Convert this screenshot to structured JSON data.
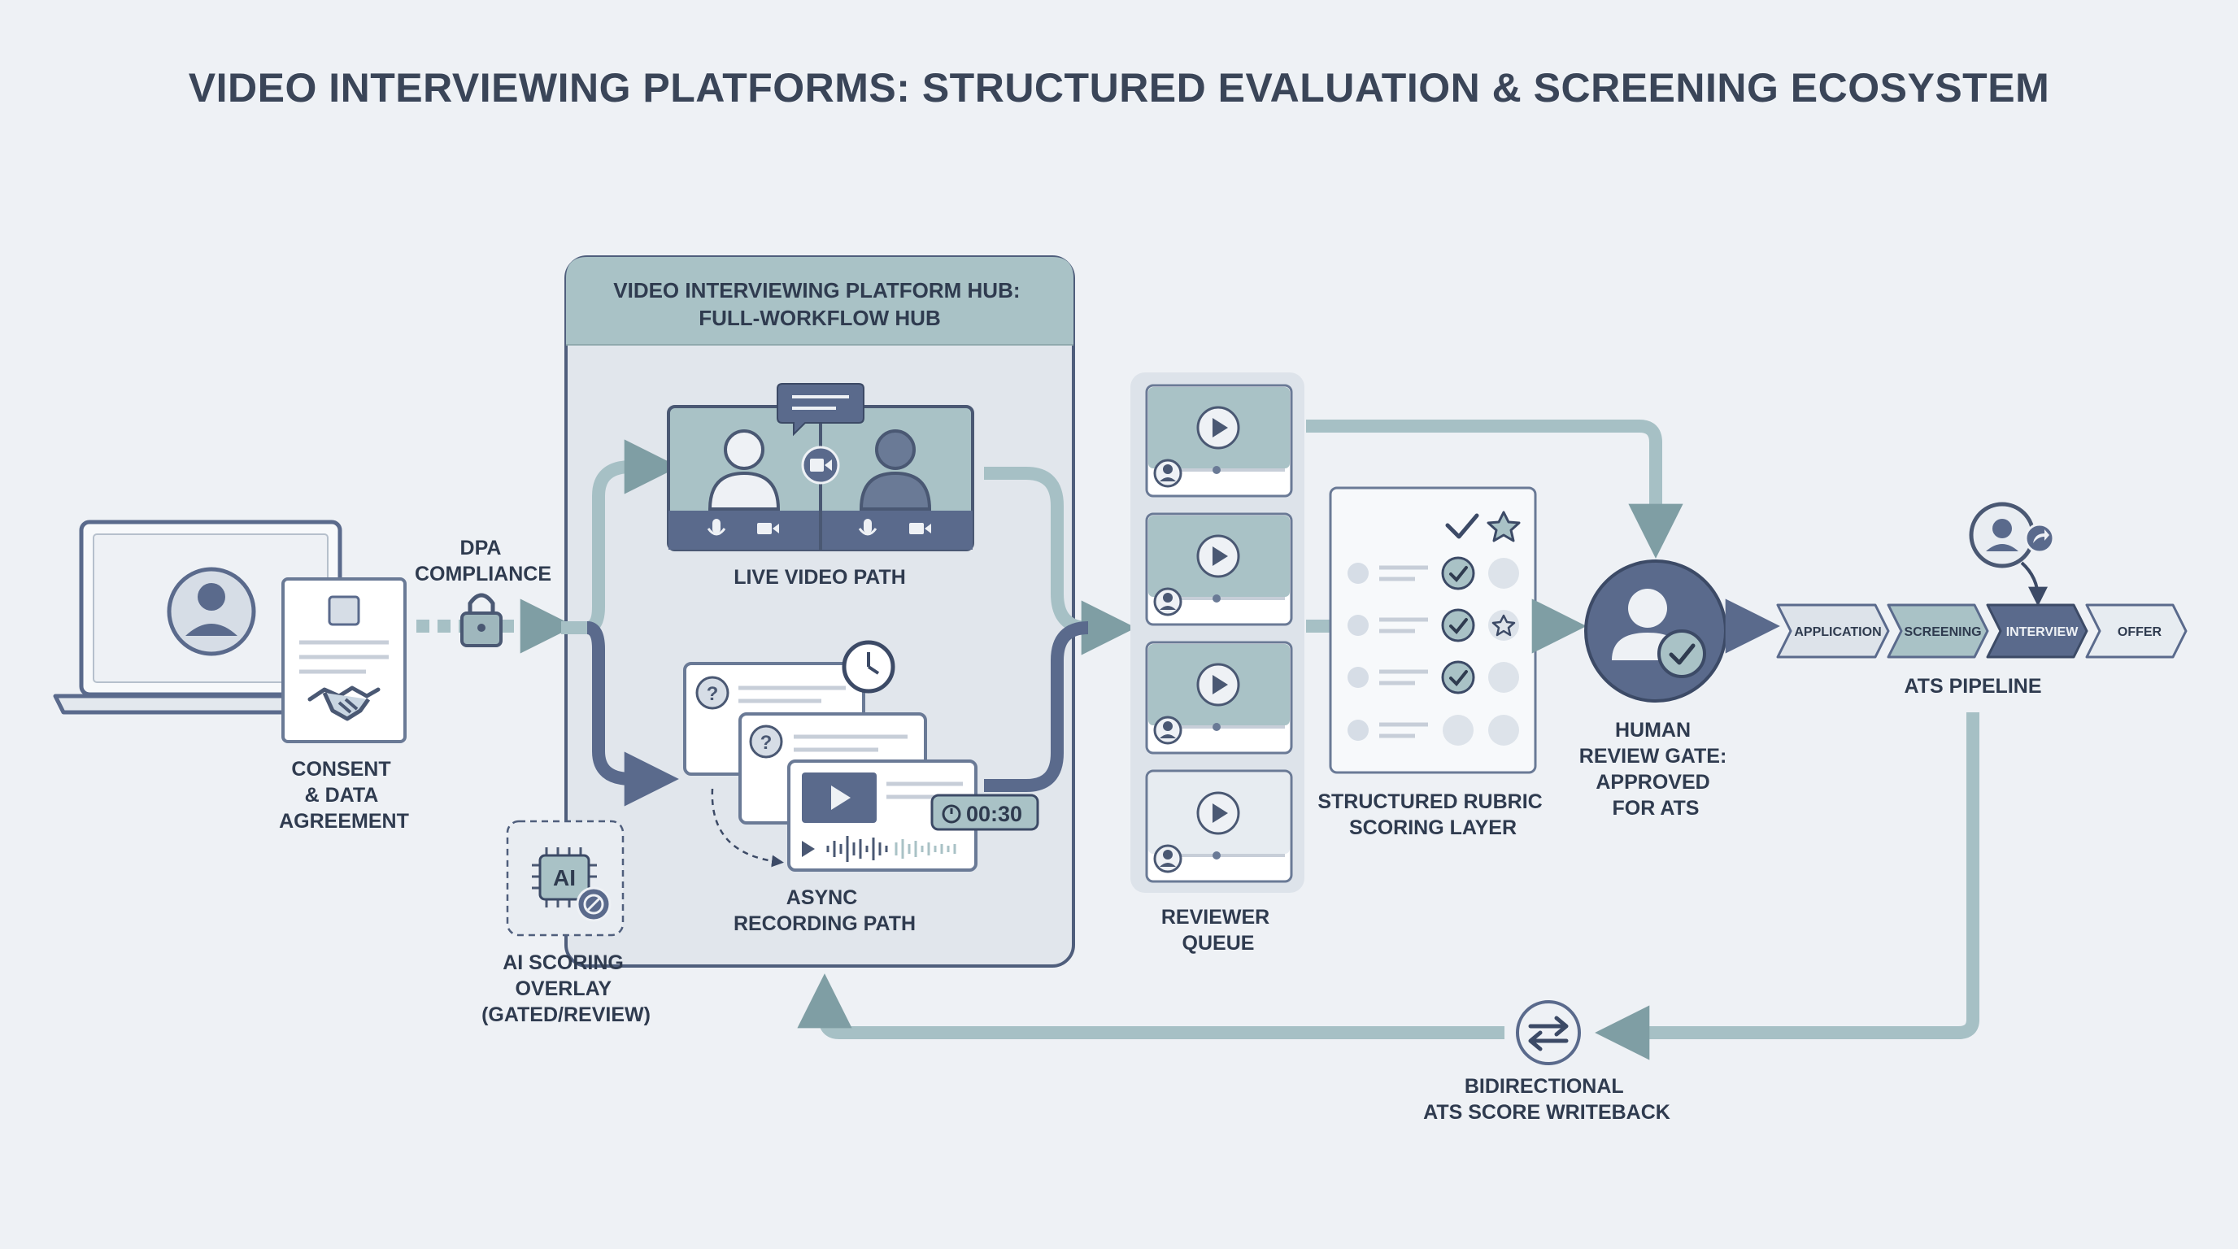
{
  "title": "VIDEO INTERVIEWING PLATFORMS: STRUCTURED EVALUATION & SCREENING ECOSYSTEM",
  "consent": {
    "label_lines": [
      "CONSENT",
      "& DATA",
      "AGREEMENT"
    ]
  },
  "dpa": {
    "label_lines": [
      "DPA",
      "COMPLIANCE"
    ]
  },
  "hub": {
    "header_lines": [
      "VIDEO INTERVIEWING PLATFORM HUB:",
      "FULL-WORKFLOW HUB"
    ],
    "live_label": "LIVE VIDEO PATH",
    "async_label_lines": [
      "ASYNC",
      "RECORDING PATH"
    ],
    "timer": "00:30",
    "ai_badge": "AI"
  },
  "ai_overlay": {
    "label_lines": [
      "AI SCORING",
      "OVERLAY",
      "(GATED/REVIEW)"
    ]
  },
  "reviewer_queue": {
    "label_lines": [
      "REVIEWER",
      "QUEUE"
    ]
  },
  "rubric": {
    "label_lines": [
      "STRUCTURED RUBRIC",
      "SCORING LAYER"
    ]
  },
  "human_gate": {
    "label_lines": [
      "HUMAN",
      "REVIEW GATE:",
      "APPROVED",
      "FOR ATS"
    ]
  },
  "ats": {
    "label": "ATS PIPELINE",
    "stages": [
      "APPLICATION",
      "SCREENING",
      "INTERVIEW",
      "OFFER"
    ],
    "active_stage": "INTERVIEW"
  },
  "writeback": {
    "label_lines": [
      "BIDIRECTIONAL",
      "ATS SCORE WRITEBACK"
    ]
  },
  "colors": {
    "background": "#eef1f5",
    "navy": "#5a6a8c",
    "teal": "#a9c2c6",
    "arrow": "#7f9ea4",
    "text": "#2f3b4f"
  }
}
